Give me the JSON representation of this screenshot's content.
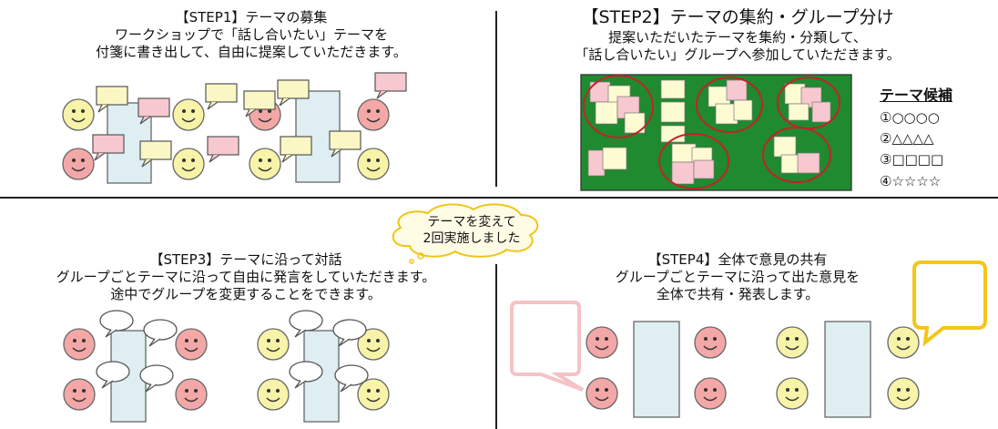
{
  "step1": {
    "title": "【STEP1】テーマの募集",
    "line1": "ワークショップで「話し合いたい」テーマを",
    "line2": "付箋に書き出して、自由に提案していただきます。"
  },
  "step2": {
    "title": "【STEP2】テーマの集約・グループ分け",
    "line1": "提案いただいたテーマを集約・分類して、",
    "line2": "「話し合いたい」グループへ参加していただきます。",
    "legend_title": "テーマ候補",
    "candidates": [
      "①○○○○",
      "②△△△△",
      "③□□□□",
      "④☆☆☆☆"
    ]
  },
  "cloud_note": {
    "line1": "テーマを変えて",
    "line2": "2回実施しました"
  },
  "step3": {
    "title": "【STEP3】テーマに沿って対話",
    "line1": "グループごとテーマに沿って自由に発言をしていただきます。",
    "line2": "途中でグループを変更することをできます。"
  },
  "step4": {
    "title": "【STEP4】全体で意見の共有",
    "line1": "グループごとテーマに沿って出た意見を",
    "line2": "全体で共有・発表します。"
  },
  "colors": {
    "pink_face": "#f4a7a7",
    "yellow_face": "#f7f3a8",
    "table": "#deeef2",
    "board": "#1f8a2f",
    "circle": "#c0232a",
    "sticky_yellow": "#fdfbd2",
    "sticky_pink": "#f7c8cf",
    "bubble_yellow": "#f5c518",
    "bubble_pink": "#f5c3c6"
  }
}
